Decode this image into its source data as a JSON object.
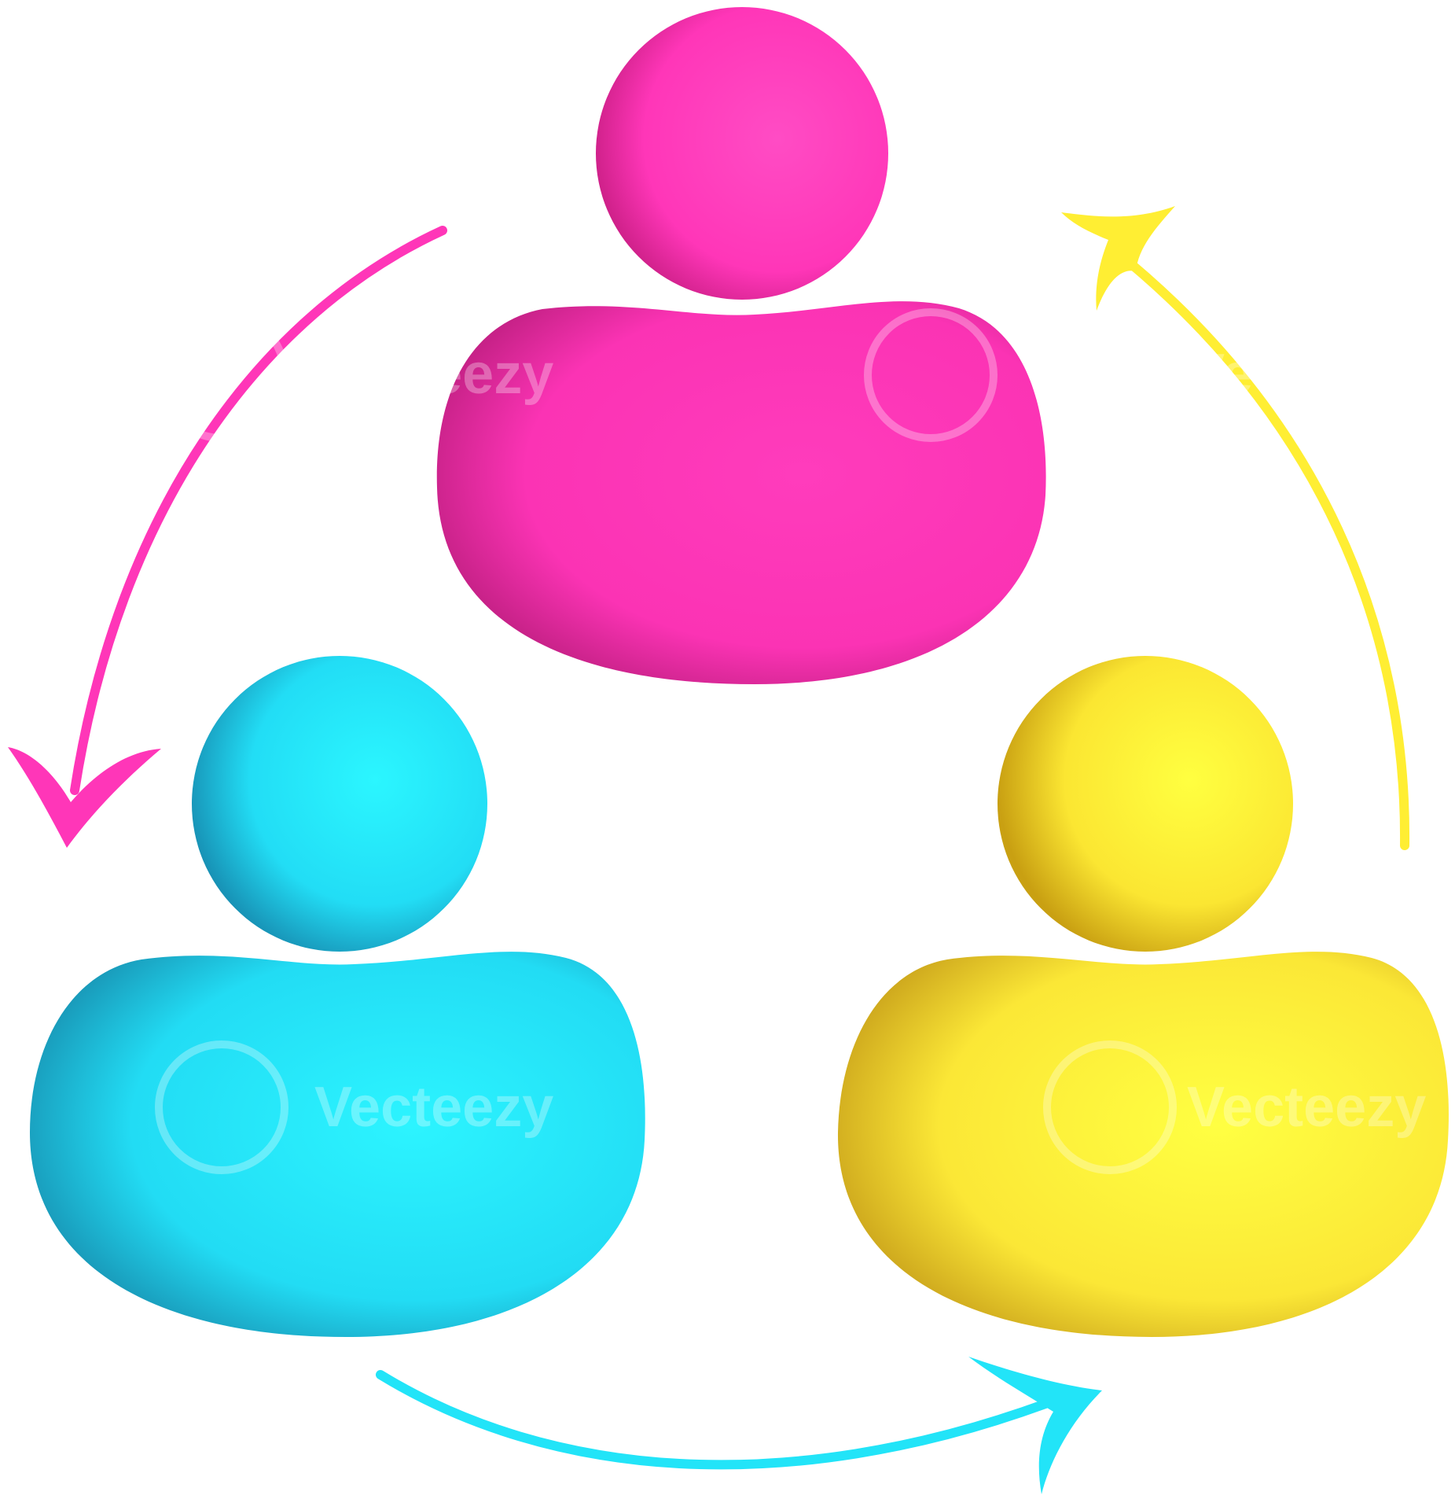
{
  "figures": [
    {
      "id": "pink",
      "base_color": "#ff36b8",
      "shade_color": "#b81b78",
      "highlight_color": "#ff7fd6"
    },
    {
      "id": "cyan",
      "base_color": "#22e4f8",
      "shade_color": "#1588aa",
      "highlight_color": "#7ff6ff"
    },
    {
      "id": "yellow",
      "base_color": "#ffee33",
      "shade_color": "#c49a12",
      "highlight_color": "#fffb8a"
    }
  ],
  "arrows": [
    {
      "id": "pink-arrow",
      "color": "#ff36b8"
    },
    {
      "id": "cyan-arrow",
      "color": "#22e4f8"
    },
    {
      "id": "yellow-arrow",
      "color": "#ffee33"
    }
  ],
  "watermark": {
    "text": "Vecteezy"
  }
}
